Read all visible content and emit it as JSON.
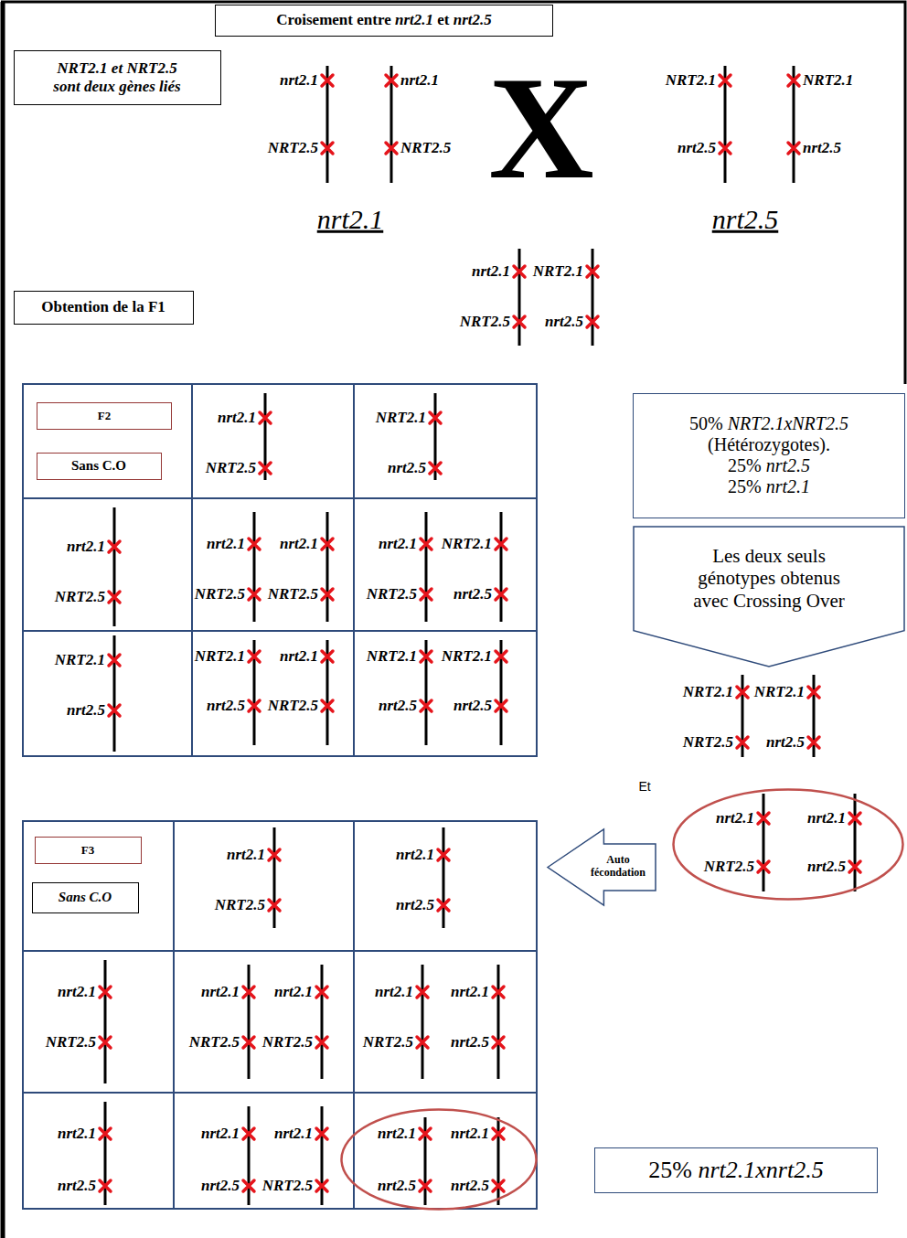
{
  "diagram": {
    "nodes": [
      {
        "text": [
          "Croisement entre nrt2.1 et nrt2.5"
        ]
      },
      {
        "text": [
          "NRT2.1 et NRT2.5 sont deux gènes liés"
        ]
      },
      {
        "text": [
          "Obtention de la F1"
        ]
      },
      {
        "text": [
          "F2"
        ]
      },
      {
        "text": [
          "Sans C.O"
        ]
      },
      {
        "text": [
          "50% NRT2.1xNRT2.5 (Hétérozygotes). 25% nrt2.5 25% nrt2.1"
        ]
      },
      {
        "text": [
          "Les deux seuls génotypes obtenus avec Crossing Over"
        ]
      },
      {
        "text": [
          "nrt2.1",
          "NRT2.5",
          "nrt2.1",
          "nrt2.5"
        ]
      },
      {
        "text": [
          "Auto fécondation"
        ]
      },
      {
        "text": [
          "F3"
        ]
      },
      {
        "text": [
          "Sans C.O"
        ]
      },
      {
        "text": [
          "nrt2.1",
          "nrt2.5",
          "nrt2.1",
          "nrt2.5"
        ]
      },
      {
        "text": [
          "25% nrt2.1xnrt2.5"
        ]
      }
    ],
    "labels": [
      "nrt2.1",
      "NRT2.5",
      "nrt2.1",
      "NRT2.5",
      "X",
      "NRT2.1",
      "nrt2.5",
      "NRT2.1",
      "nrt2.5",
      "nrt2.1",
      "nrt2.5",
      "nrt2.1",
      "NRT2.5",
      "NRT2.1",
      "nrt2.5",
      "nrt2.1",
      "NRT2.5",
      "NRT2.1",
      "nrt2.5",
      "nrt2.1",
      "NRT2.5",
      "nrt2.1",
      "NRT2.5",
      "nrt2.1",
      "NRT2.5",
      "nrt2.1",
      "NRT2.5",
      "NRT2.1",
      "nrt2.5",
      "NRT2.1",
      "nrt2.5",
      "NRT2.1",
      "nrt2.5",
      "nrt2.1",
      "NRT2.5",
      "NRT2.1",
      "nrt2.5",
      "NRT2.1",
      "nrt2.5",
      "NRT2.1",
      "NRT2.5",
      "NRT2.1",
      "nrt2.5",
      "Et",
      "nrt2.1",
      "NRT2.5",
      "nrt2.1",
      "nrt2.5",
      "nrt2.1",
      "NRT2.5",
      "nrt2.1",
      "NRT2.5",
      "nrt2.1",
      "NRT2.5",
      "nrt2.1",
      "NRT2.5",
      "nrt2.1",
      "nrt2.5",
      "nrt2.1",
      "nrt2.5",
      "nrt2.1",
      "nrt2.5",
      "nrt2.1",
      "NRT2.5"
    ]
  }
}
